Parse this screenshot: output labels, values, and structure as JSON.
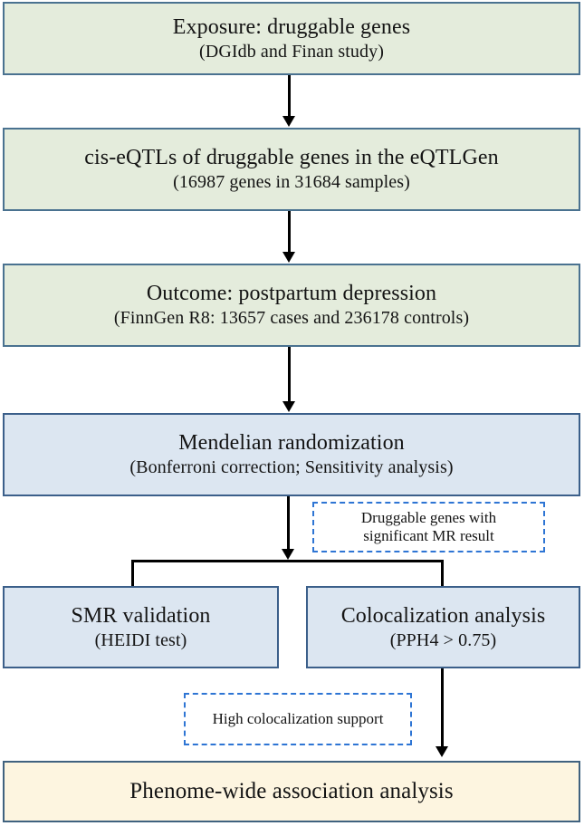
{
  "diagram": {
    "type": "flowchart",
    "title": "Mendelian randomization study workflow for druggable genes and postpartum depression",
    "colors": {
      "exposure_fill": "#e4ecdc",
      "exposure_border": "#4a7290",
      "analysis_fill": "#dce6f1",
      "analysis_border": "#3b5f8a",
      "result_fill": "#fdf5e0",
      "result_border": "#40627f",
      "annotation_border": "#2e75d4",
      "connector": "#000000"
    },
    "nodes": [
      {
        "id": "exposure",
        "title": "Exposure: druggable genes",
        "sub": "(DGIdb and Finan study)"
      },
      {
        "id": "instruments",
        "title": "cis-eQTLs of druggable genes in the  eQTLGen",
        "sub": "(16987 genes in 31684 samples)"
      },
      {
        "id": "outcome",
        "title": "Outcome: postpartum depression",
        "sub": "(FinnGen R8: 13657 cases and 236178 controls)"
      },
      {
        "id": "mr",
        "title": "Mendelian randomization",
        "sub": "(Bonferroni correction; Sensitivity analysis)"
      },
      {
        "id": "smr",
        "title": "SMR validation",
        "sub": "(HEIDI test)"
      },
      {
        "id": "coloc",
        "title": "Colocalization analysis",
        "sub": "(PPH4 > 0.75)"
      },
      {
        "id": "phewas",
        "title": "Phenome-wide association analysis",
        "sub": ""
      }
    ],
    "annotations": [
      {
        "id": "mr-significant",
        "line1": "Druggable genes with",
        "line2": "significant MR result"
      },
      {
        "id": "coloc-support",
        "line1": "High colocalization support",
        "line2": ""
      }
    ]
  }
}
